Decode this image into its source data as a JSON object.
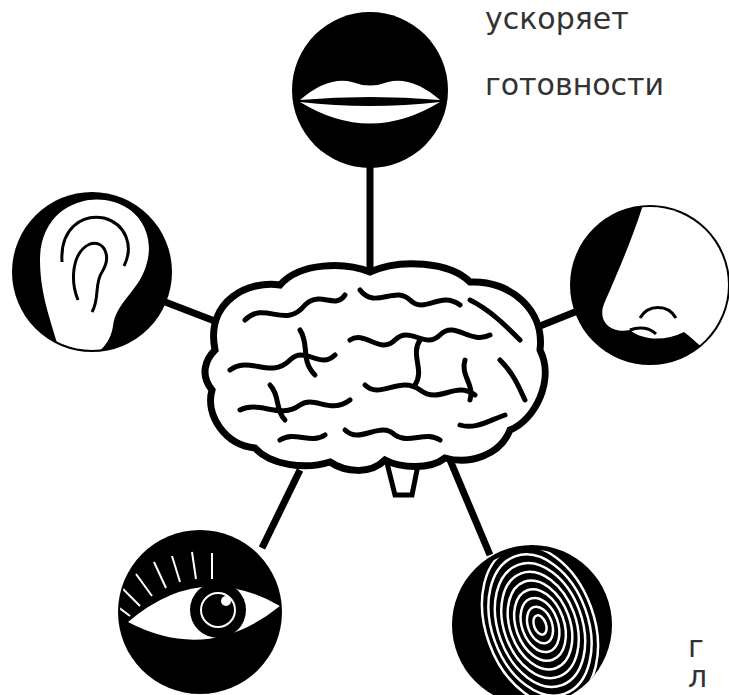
{
  "diagram": {
    "labels": [
      "ускоряет",
      "готовности",
      "г",
      "л"
    ]
  }
}
